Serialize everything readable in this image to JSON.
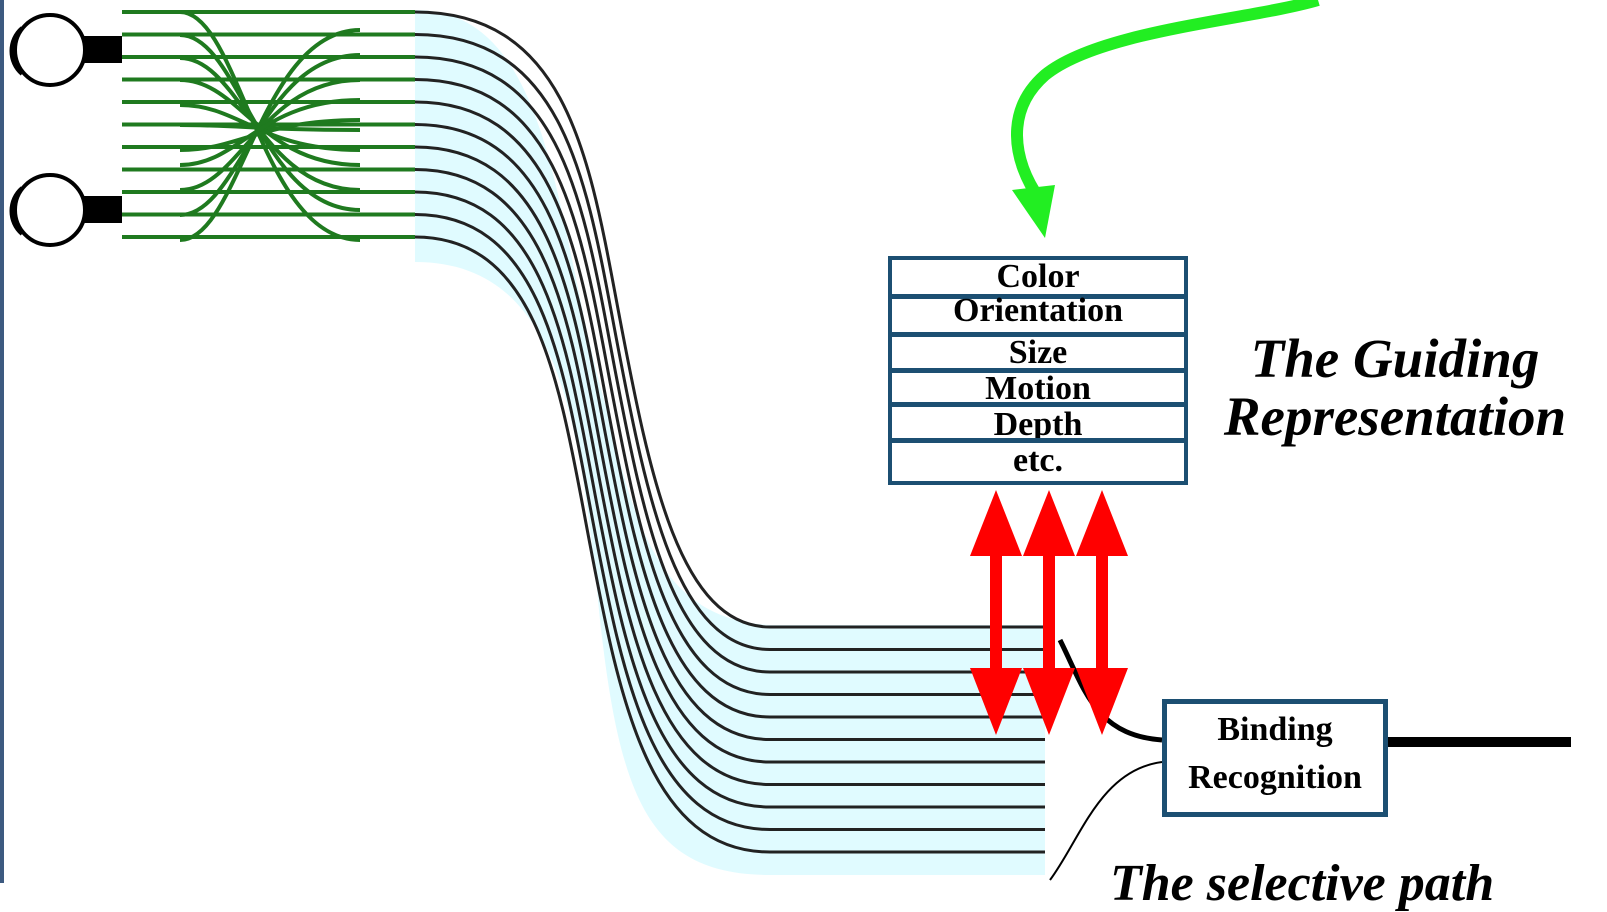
{
  "diagram": {
    "feature_maps": [
      "Color",
      "Orientation",
      "Size",
      "Motion",
      "Depth",
      "etc."
    ],
    "binding_box": [
      "Binding",
      "Recognition"
    ],
    "guiding_label": [
      "The Guiding",
      "Representation"
    ],
    "selective_label": "The selective path",
    "colors": {
      "fiber_green": "#1f7a1f",
      "guidance_arrow": "#22ee22",
      "feedback_arrows": "#ff0000",
      "box_border": "#1c4f72",
      "ribbon_fill": "#e0fbff"
    }
  }
}
